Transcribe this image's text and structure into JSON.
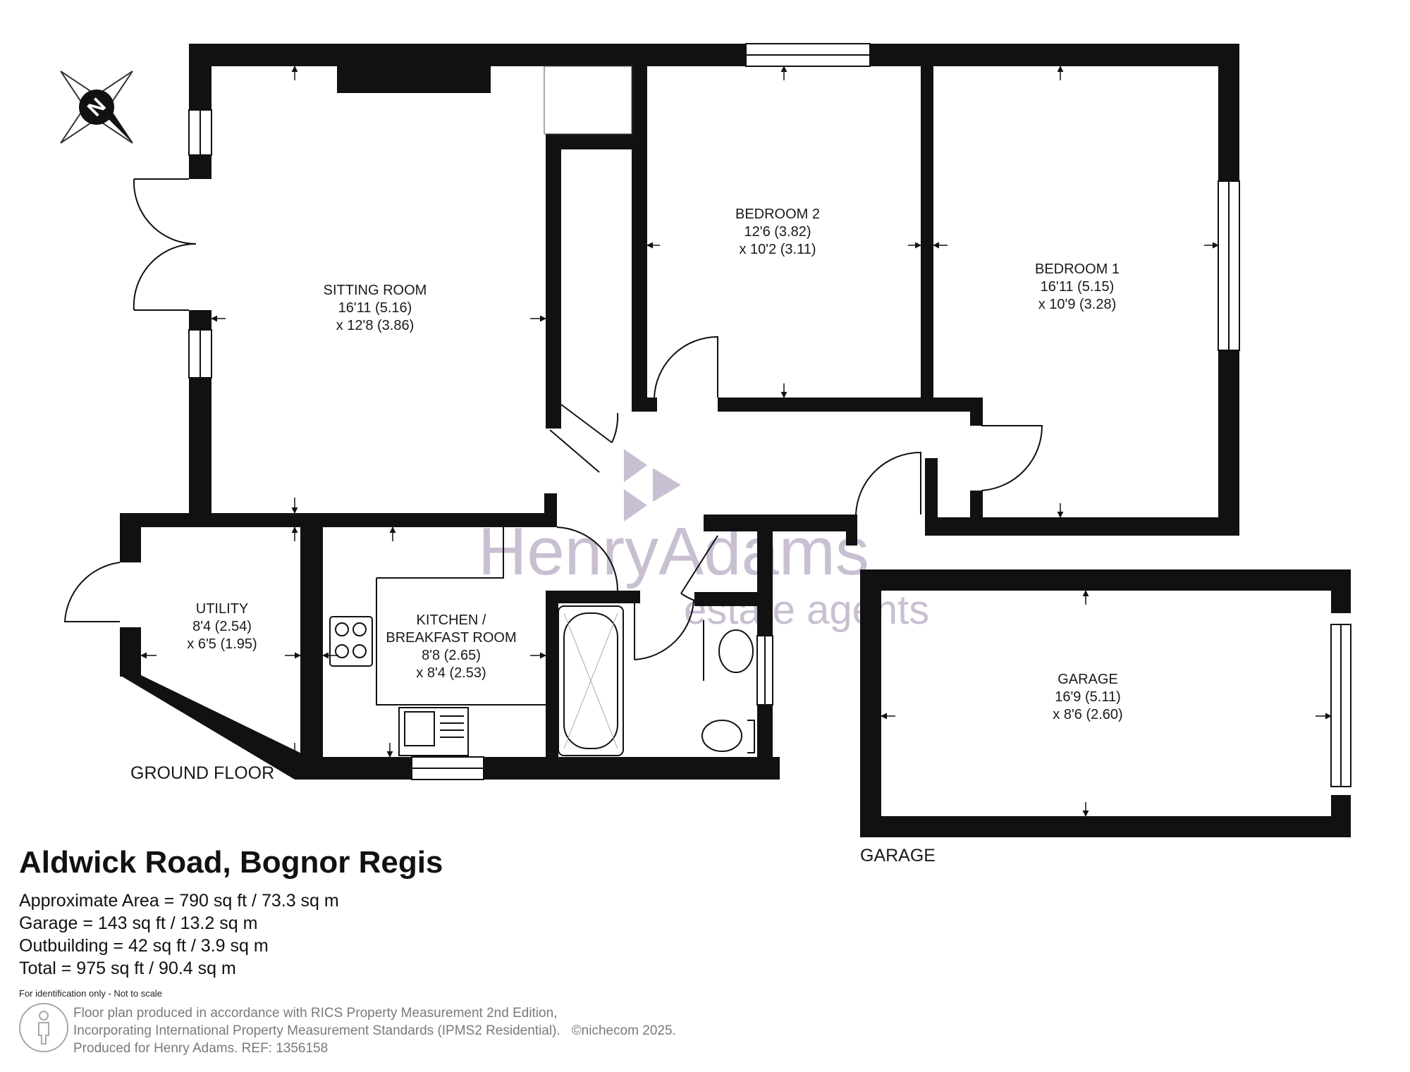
{
  "rooms": {
    "sitting": {
      "name": "SITTING ROOM",
      "dim1": "16'11 (5.16)",
      "dim2": "x 12'8 (3.86)"
    },
    "bed2": {
      "name": "BEDROOM 2",
      "dim1": "12'6 (3.82)",
      "dim2": "x 10'2 (3.11)"
    },
    "bed1": {
      "name": "BEDROOM 1",
      "dim1": "16'11 (5.15)",
      "dim2": "x 10'9 (3.28)"
    },
    "utility": {
      "name": "UTILITY",
      "dim1": "8'4 (2.54)",
      "dim2": "x 6'5 (1.95)"
    },
    "kitchen": {
      "name1": "KITCHEN  /",
      "name2": "BREAKFAST ROOM",
      "dim1": "8'8 (2.65)",
      "dim2": "x 8'4 (2.53)"
    },
    "garage": {
      "name": "GARAGE",
      "dim1": "16'9 (5.11)",
      "dim2": "x 8'6 (2.60)"
    }
  },
  "floors": {
    "ground": "GROUND FLOOR",
    "garage": "GARAGE"
  },
  "compass": {
    "letter": "N"
  },
  "watermark": {
    "line1": "HenryAdams",
    "line2": "estate agents"
  },
  "property": {
    "address": "Aldwick Road, Bognor Regis",
    "areas": [
      "Approximate Area = 790 sq ft / 73.3 sq m",
      "Garage = 143 sq ft / 13.2 sq m",
      "Outbuilding = 42 sq ft / 3.9 sq m",
      "Total = 975 sq ft / 90.4 sq m"
    ],
    "disclaimer": "For identification only - Not to scale"
  },
  "footer": {
    "line1": "Floor plan produced in accordance with RICS Property Measurement 2nd Edition,",
    "line2": "Incorporating International Property Measurement Standards (IPMS2 Residential).",
    "credit": "©nichecom 2025.",
    "line3": "Produced for Henry Adams.    REF: 1356158"
  },
  "colors": {
    "wall": "#111111",
    "watermark": "#c9bfd2",
    "text": "#1a1a1a",
    "footer": "#7a7a7a"
  }
}
